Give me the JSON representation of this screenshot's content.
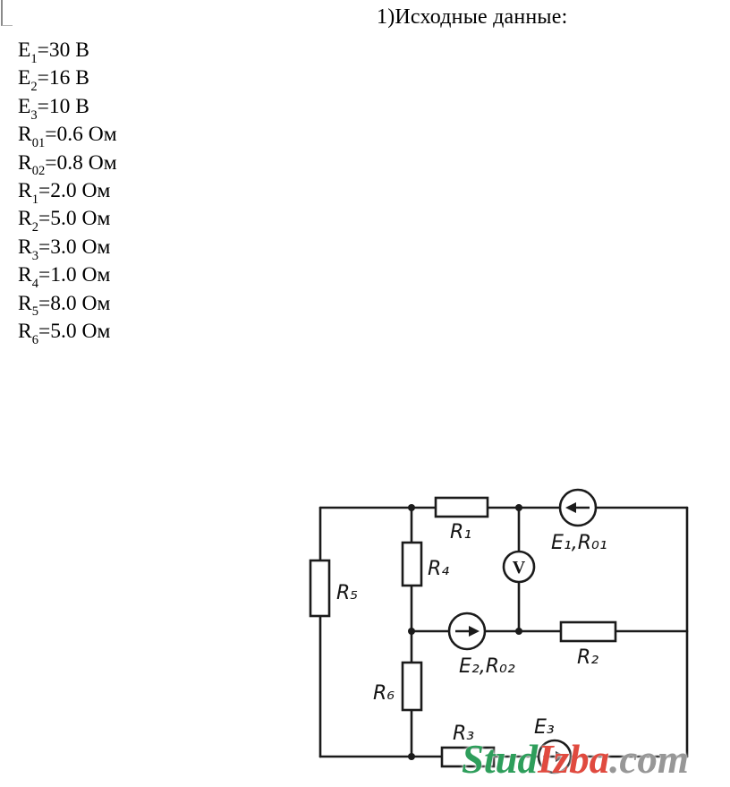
{
  "page": {
    "title": "1)Исходные данные:"
  },
  "given": {
    "items": [
      {
        "sym": "E",
        "sub": "1",
        "val": "=30 В"
      },
      {
        "sym": "E",
        "sub": "2",
        "val": "=16 В"
      },
      {
        "sym": "E",
        "sub": "3",
        "val": "=10 В"
      },
      {
        "sym": "R",
        "sub": "01",
        "val": "=0.6 Ом"
      },
      {
        "sym": "R",
        "sub": "02",
        "val": "=0.8 Ом"
      },
      {
        "sym": "R",
        "sub": "1",
        "val": "=2.0 Ом"
      },
      {
        "sym": "R",
        "sub": "2",
        "val": "=5.0 Ом"
      },
      {
        "sym": "R",
        "sub": "3",
        "val": "=3.0 Ом"
      },
      {
        "sym": "R",
        "sub": "4",
        "val": "=1.0 Ом"
      },
      {
        "sym": "R",
        "sub": "5",
        "val": "=8.0 Ом"
      },
      {
        "sym": "R",
        "sub": "6",
        "val": "=5.0 Ом"
      }
    ]
  },
  "circuit": {
    "labels": {
      "r1": "R₁",
      "r2": "R₂",
      "r3": "R₃",
      "r4": "R₄",
      "r5": "R₅",
      "r6": "R₆",
      "e1_r01": "E₁,R₀₁",
      "e2_r02": "E₂,R₀₂",
      "e3": "E₃",
      "voltmeter": "V"
    }
  },
  "watermark": {
    "stud": "Stud",
    "izba": "Izba",
    "com": ".com"
  }
}
